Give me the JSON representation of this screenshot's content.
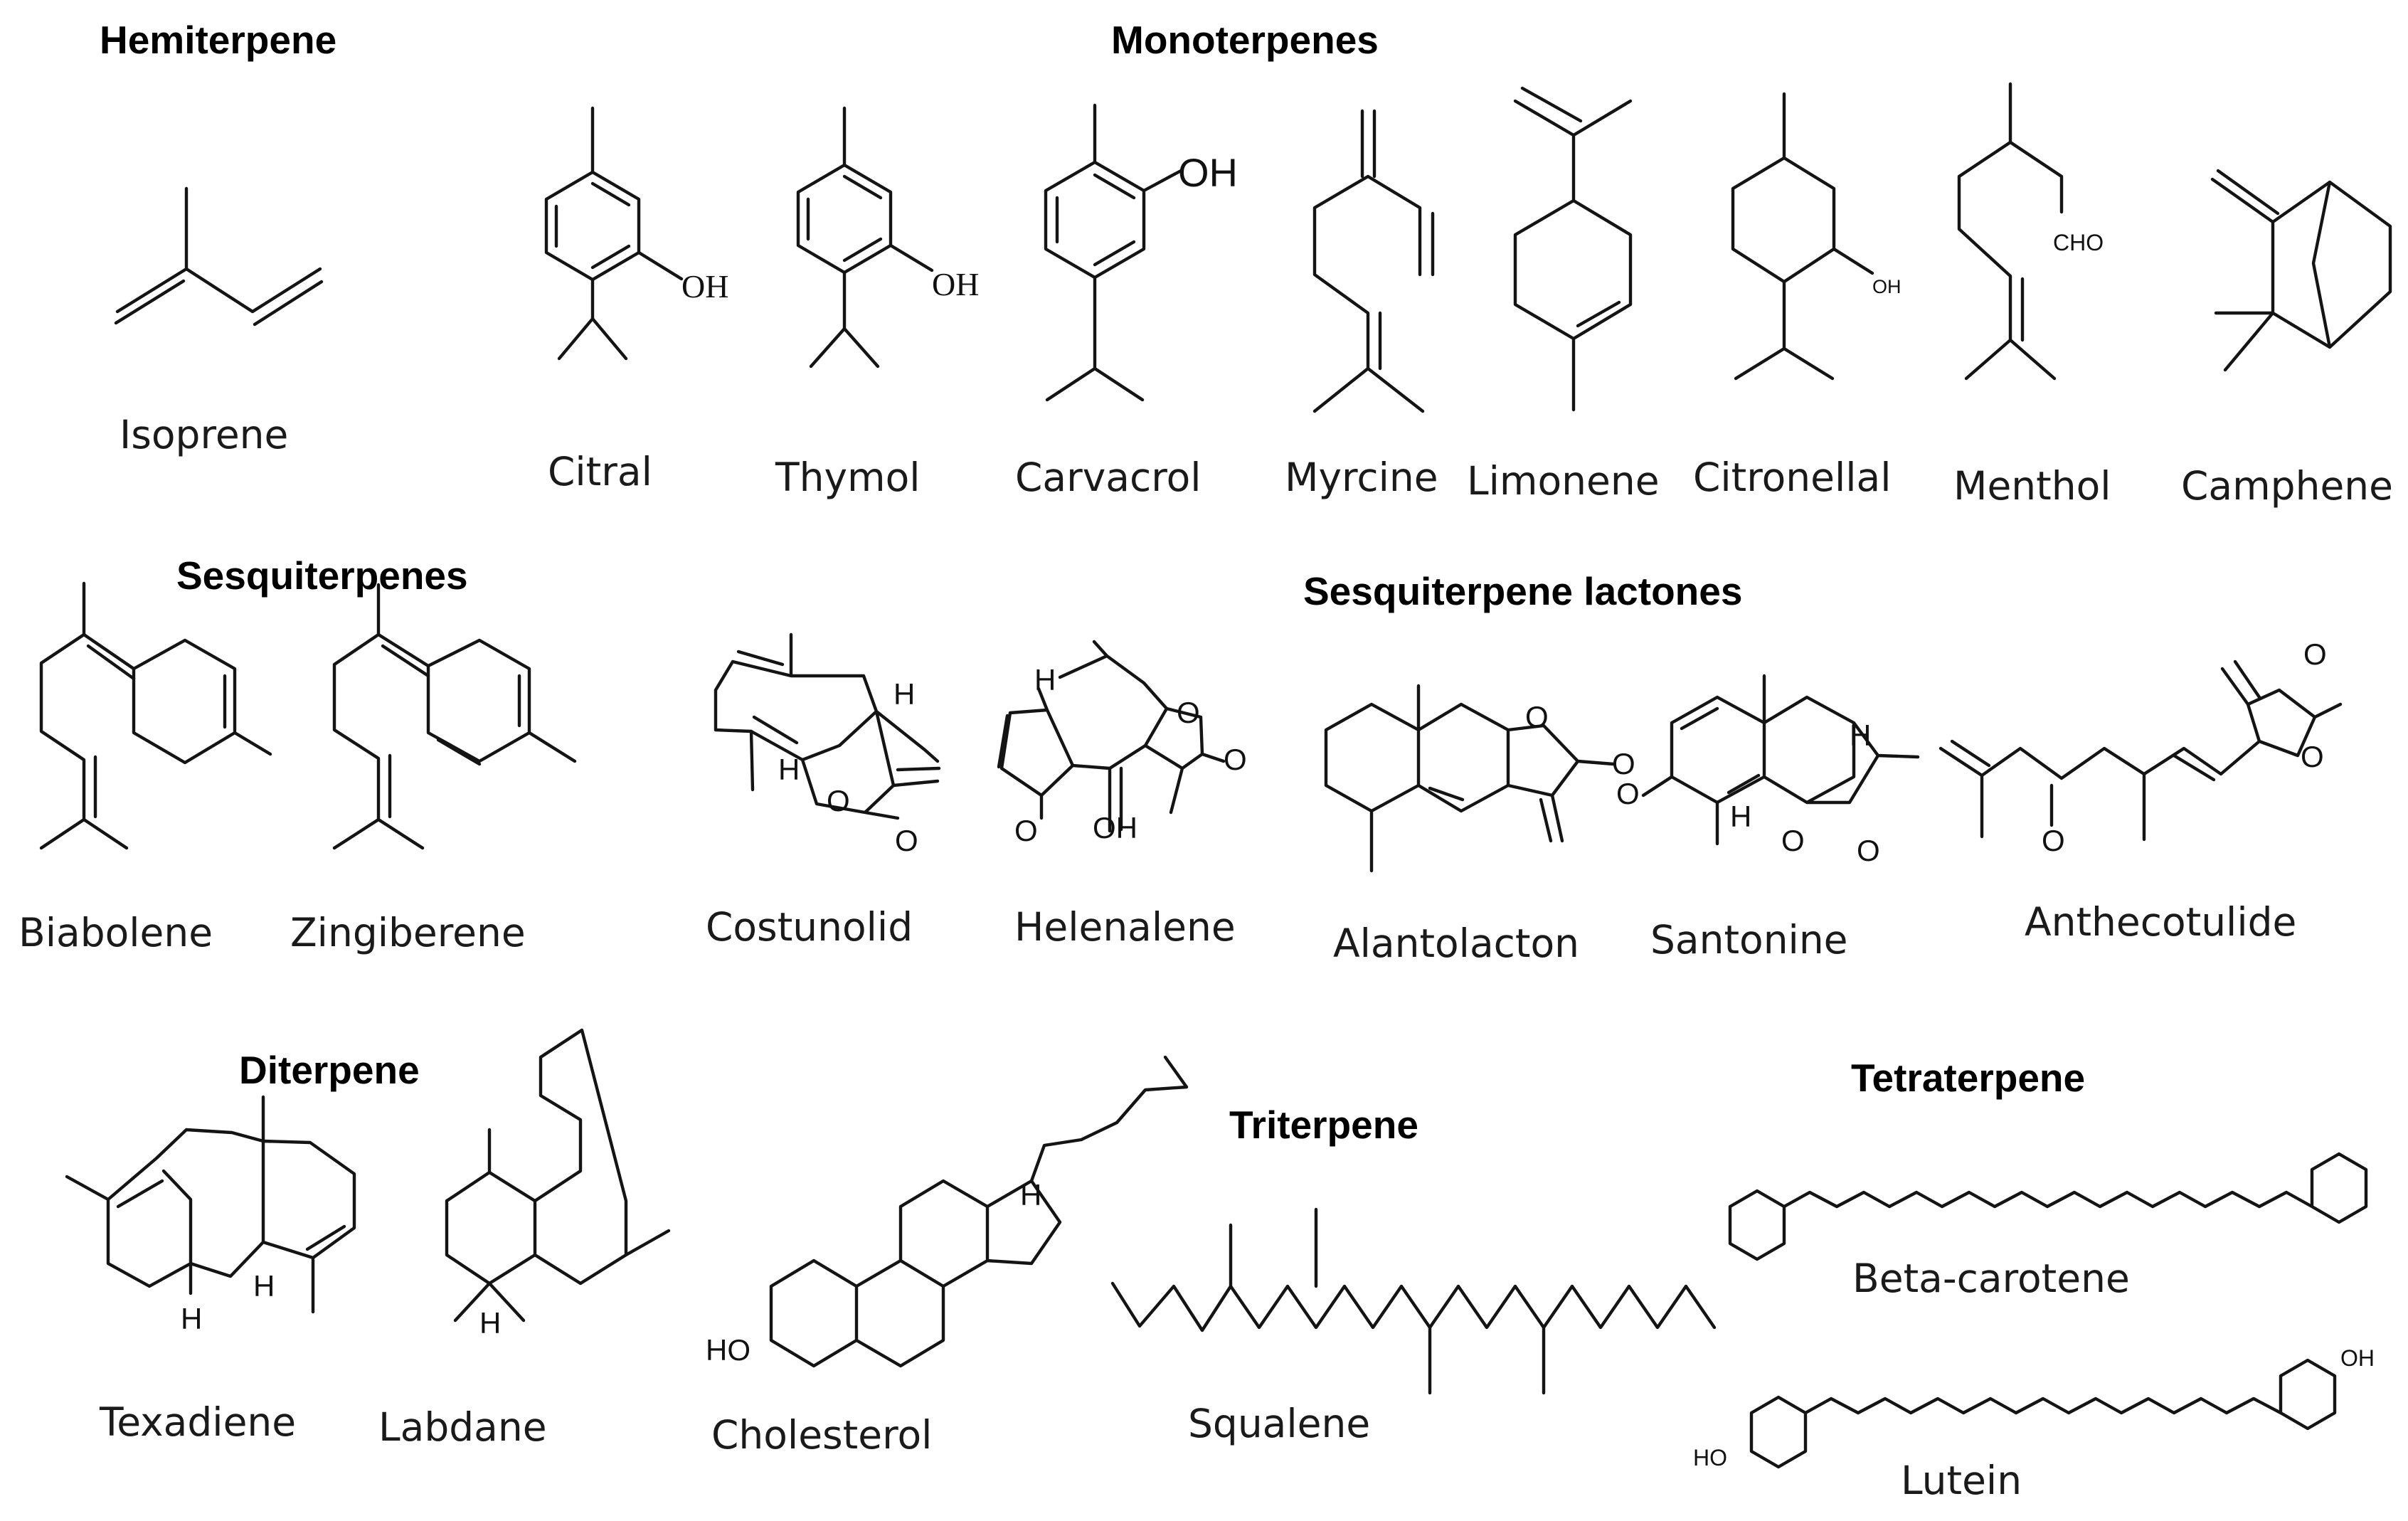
{
  "headings": {
    "hemiterpene": "Hemiterpene",
    "monoterpenes": "Monoterpenes",
    "sesquiterpenes": "Sesquiterpenes",
    "sesquiterpene_lactones": "Sesquiterpene lactones",
    "diterpene": "Diterpene",
    "triterpene": "Triterpene",
    "tetraterpene": "Tetraterpene"
  },
  "compounds": {
    "isoprene": "Isoprene",
    "citral": "Citral",
    "thymol": "Thymol",
    "carvacrol": "Carvacrol",
    "myrcine": "Myrcine",
    "limonene": "Limonene",
    "citronellal": "Citronellal",
    "menthol": "Menthol",
    "camphene": "Camphene",
    "biabolene": "Biabolene",
    "zingiberene": "Zingiberene",
    "costunolid": "Costunolid",
    "helenalene": "Helenalene",
    "alantolacton": "Alantolacton",
    "santonine": "Santonine",
    "anthecotulide": "Anthecotulide",
    "texadiene": "Texadiene",
    "labdane": "Labdane",
    "cholesterol": "Cholesterol",
    "squalene": "Squalene",
    "beta_carotene": "Beta-carotene",
    "lutein": "Lutein"
  },
  "atom_labels": {
    "oh": "OH",
    "ho": "HO",
    "cho": "CHO",
    "o": "O",
    "h": "H"
  }
}
